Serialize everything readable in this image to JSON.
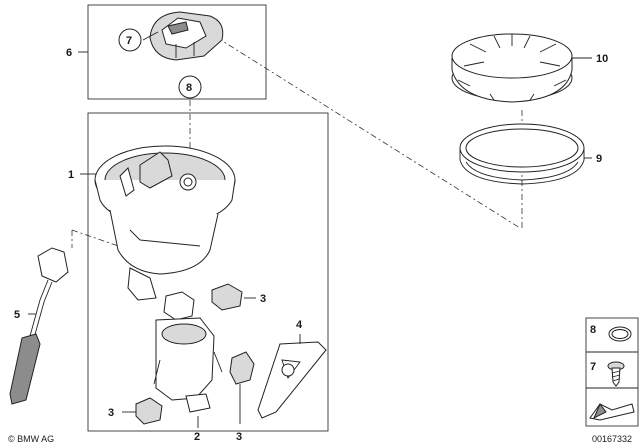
{
  "labels": {
    "p1": "1",
    "p2": "2",
    "p3a": "3",
    "p3b": "3",
    "p3c": "3",
    "p4": "4",
    "p5": "5",
    "p6": "6",
    "p7": "7",
    "p8": "8",
    "p9": "9",
    "p10": "10",
    "legend7": "7",
    "legend8": "8"
  },
  "footer": {
    "copyright": "© BMW AG",
    "ref_number": "00167332"
  }
}
